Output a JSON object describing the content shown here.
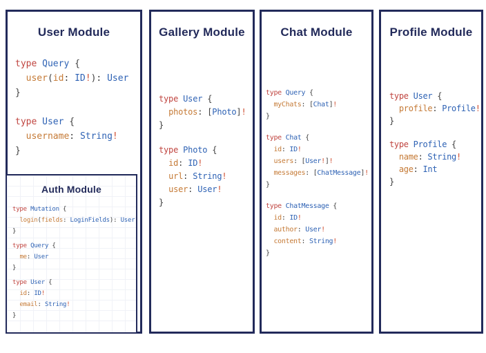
{
  "colors": {
    "navy": "#222a5a",
    "kw": "#c04540",
    "typ": "#2e62b4",
    "fld": "#c57a36",
    "bang": "#cf4e30",
    "punct": "#3f3f3f"
  },
  "modules": [
    {
      "title": "User Module",
      "blocks": [
        [
          [
            [
              "k",
              "type"
            ],
            [
              "p",
              " "
            ],
            [
              "t",
              "Query"
            ],
            [
              "p",
              " {"
            ]
          ],
          [
            [
              "p",
              "  "
            ],
            [
              "f",
              "user"
            ],
            [
              "p",
              "("
            ],
            [
              "f",
              "id"
            ],
            [
              "p",
              ": "
            ],
            [
              "t",
              "ID"
            ],
            [
              "b",
              "!"
            ],
            [
              "p",
              "): "
            ],
            [
              "t",
              "User"
            ]
          ],
          [
            [
              "p",
              "}"
            ]
          ]
        ],
        [
          [
            [
              "k",
              "type"
            ],
            [
              "p",
              " "
            ],
            [
              "t",
              "User"
            ],
            [
              "p",
              " {"
            ]
          ],
          [
            [
              "p",
              "  "
            ],
            [
              "f",
              "username"
            ],
            [
              "p",
              ": "
            ],
            [
              "t",
              "String"
            ],
            [
              "b",
              "!"
            ]
          ],
          [
            [
              "p",
              "}"
            ]
          ]
        ]
      ]
    },
    {
      "title": "Gallery Module",
      "blocks": [
        [
          [
            [
              "k",
              "type"
            ],
            [
              "p",
              " "
            ],
            [
              "t",
              "User"
            ],
            [
              "p",
              " {"
            ]
          ],
          [
            [
              "p",
              "  "
            ],
            [
              "f",
              "photos"
            ],
            [
              "p",
              ": ["
            ],
            [
              "t",
              "Photo"
            ],
            [
              "p",
              "]"
            ],
            [
              "b",
              "!"
            ]
          ],
          [
            [
              "p",
              "}"
            ]
          ]
        ],
        [
          [
            [
              "k",
              "type"
            ],
            [
              "p",
              " "
            ],
            [
              "t",
              "Photo"
            ],
            [
              "p",
              " {"
            ]
          ],
          [
            [
              "p",
              "  "
            ],
            [
              "f",
              "id"
            ],
            [
              "p",
              ": "
            ],
            [
              "t",
              "ID"
            ],
            [
              "b",
              "!"
            ]
          ],
          [
            [
              "p",
              "  "
            ],
            [
              "f",
              "url"
            ],
            [
              "p",
              ": "
            ],
            [
              "t",
              "String"
            ],
            [
              "b",
              "!"
            ]
          ],
          [
            [
              "p",
              "  "
            ],
            [
              "f",
              "user"
            ],
            [
              "p",
              ": "
            ],
            [
              "t",
              "User"
            ],
            [
              "b",
              "!"
            ]
          ],
          [
            [
              "p",
              "}"
            ]
          ]
        ]
      ]
    },
    {
      "title": "Chat Module",
      "blocks": [
        [
          [
            [
              "k",
              "type"
            ],
            [
              "p",
              " "
            ],
            [
              "t",
              "Query"
            ],
            [
              "p",
              " {"
            ]
          ],
          [
            [
              "p",
              "  "
            ],
            [
              "f",
              "myChats"
            ],
            [
              "p",
              ": ["
            ],
            [
              "t",
              "Chat"
            ],
            [
              "p",
              "]"
            ],
            [
              "b",
              "!"
            ]
          ],
          [
            [
              "p",
              "}"
            ]
          ]
        ],
        [
          [
            [
              "k",
              "type"
            ],
            [
              "p",
              " "
            ],
            [
              "t",
              "Chat"
            ],
            [
              "p",
              " {"
            ]
          ],
          [
            [
              "p",
              "  "
            ],
            [
              "f",
              "id"
            ],
            [
              "p",
              ": "
            ],
            [
              "t",
              "ID"
            ],
            [
              "b",
              "!"
            ]
          ],
          [
            [
              "p",
              "  "
            ],
            [
              "f",
              "users"
            ],
            [
              "p",
              ": ["
            ],
            [
              "t",
              "User"
            ],
            [
              "b",
              "!"
            ],
            [
              "p",
              "]"
            ],
            [
              "b",
              "!"
            ]
          ],
          [
            [
              "p",
              "  "
            ],
            [
              "f",
              "messages"
            ],
            [
              "p",
              ": ["
            ],
            [
              "t",
              "ChatMessage"
            ],
            [
              "p",
              "]"
            ],
            [
              "b",
              "!"
            ]
          ],
          [
            [
              "p",
              "}"
            ]
          ]
        ],
        [
          [
            [
              "k",
              "type"
            ],
            [
              "p",
              " "
            ],
            [
              "t",
              "ChatMessage"
            ],
            [
              "p",
              " {"
            ]
          ],
          [
            [
              "p",
              "  "
            ],
            [
              "f",
              "id"
            ],
            [
              "p",
              ": "
            ],
            [
              "t",
              "ID"
            ],
            [
              "b",
              "!"
            ]
          ],
          [
            [
              "p",
              "  "
            ],
            [
              "f",
              "author"
            ],
            [
              "p",
              ": "
            ],
            [
              "t",
              "User"
            ],
            [
              "b",
              "!"
            ]
          ],
          [
            [
              "p",
              "  "
            ],
            [
              "f",
              "content"
            ],
            [
              "p",
              ": "
            ],
            [
              "t",
              "String"
            ],
            [
              "b",
              "!"
            ]
          ],
          [
            [
              "p",
              "}"
            ]
          ]
        ]
      ]
    },
    {
      "title": "Profile Module",
      "blocks": [
        [
          [
            [
              "k",
              "type"
            ],
            [
              "p",
              " "
            ],
            [
              "t",
              "User"
            ],
            [
              "p",
              " {"
            ]
          ],
          [
            [
              "p",
              "  "
            ],
            [
              "f",
              "profile"
            ],
            [
              "p",
              ": "
            ],
            [
              "t",
              "Profile"
            ],
            [
              "b",
              "!"
            ]
          ],
          [
            [
              "p",
              "}"
            ]
          ]
        ],
        [
          [
            [
              "k",
              "type"
            ],
            [
              "p",
              " "
            ],
            [
              "t",
              "Profile"
            ],
            [
              "p",
              " {"
            ]
          ],
          [
            [
              "p",
              "  "
            ],
            [
              "f",
              "name"
            ],
            [
              "p",
              ": "
            ],
            [
              "t",
              "String"
            ],
            [
              "b",
              "!"
            ]
          ],
          [
            [
              "p",
              "  "
            ],
            [
              "f",
              "age"
            ],
            [
              "p",
              ": "
            ],
            [
              "t",
              "Int"
            ]
          ],
          [
            [
              "p",
              "}"
            ]
          ]
        ]
      ]
    }
  ],
  "auth": {
    "title": "Auth Module",
    "blocks": [
      [
        [
          [
            "k",
            "type"
          ],
          [
            "p",
            " "
          ],
          [
            "t",
            "Mutation"
          ],
          [
            "p",
            " {"
          ]
        ],
        [
          [
            "p",
            "  "
          ],
          [
            "f",
            "login"
          ],
          [
            "p",
            "("
          ],
          [
            "f",
            "fields"
          ],
          [
            "p",
            ": "
          ],
          [
            "t",
            "LoginFields"
          ],
          [
            "p",
            "): "
          ],
          [
            "t",
            "User"
          ]
        ],
        [
          [
            "p",
            "}"
          ]
        ]
      ],
      [
        [
          [
            "k",
            "type"
          ],
          [
            "p",
            " "
          ],
          [
            "t",
            "Query"
          ],
          [
            "p",
            " {"
          ]
        ],
        [
          [
            "p",
            "  "
          ],
          [
            "f",
            "me"
          ],
          [
            "p",
            ": "
          ],
          [
            "t",
            "User"
          ]
        ],
        [
          [
            "p",
            "}"
          ]
        ]
      ],
      [
        [
          [
            "k",
            "type"
          ],
          [
            "p",
            " "
          ],
          [
            "t",
            "User"
          ],
          [
            "p",
            " {"
          ]
        ],
        [
          [
            "p",
            "  "
          ],
          [
            "f",
            "id"
          ],
          [
            "p",
            ": "
          ],
          [
            "t",
            "ID"
          ],
          [
            "b",
            "!"
          ]
        ],
        [
          [
            "p",
            "  "
          ],
          [
            "f",
            "email"
          ],
          [
            "p",
            ": "
          ],
          [
            "t",
            "String"
          ],
          [
            "b",
            "!"
          ]
        ],
        [
          [
            "p",
            "}"
          ]
        ]
      ]
    ]
  }
}
